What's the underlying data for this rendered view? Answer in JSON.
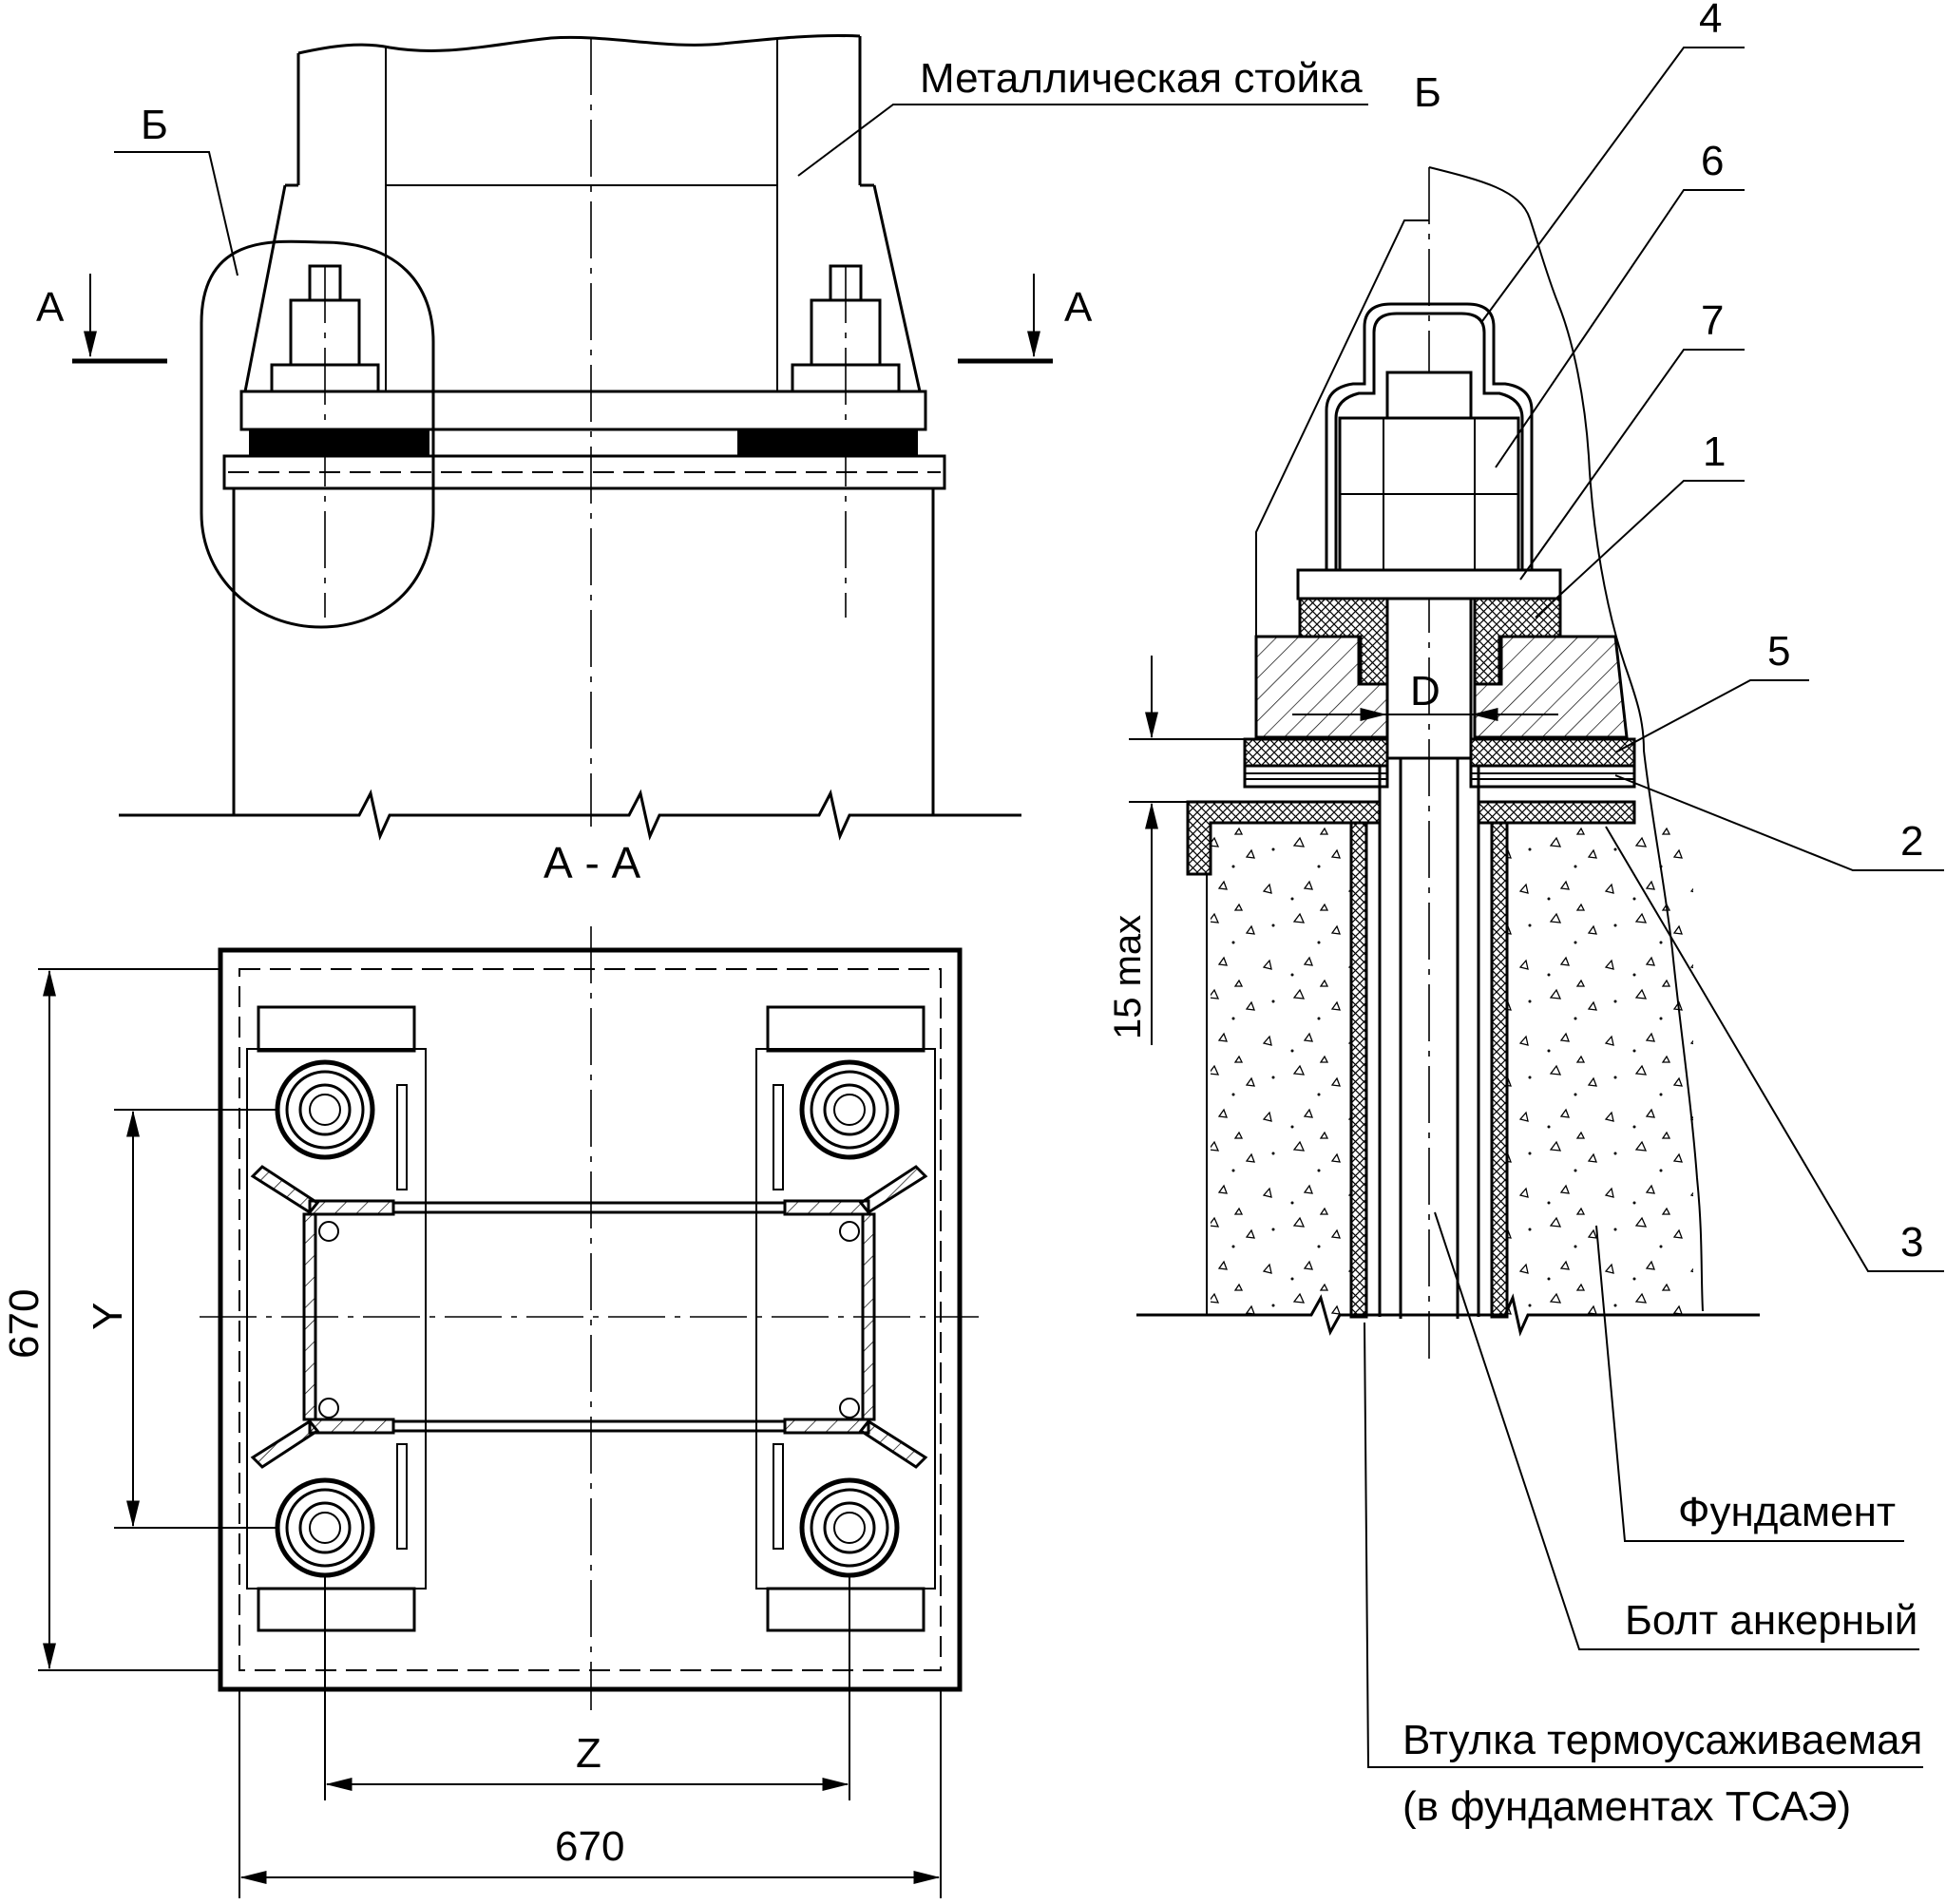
{
  "labels": {
    "metal_post": "Металлическая стойка",
    "section_b_top": "Б",
    "section_b_callout": "Б",
    "section_a_left": "А",
    "section_a_right": "А",
    "section_aa_title": "А - А",
    "dim_670_vertical": "670",
    "dim_670_horizontal": "670",
    "dim_y": "Y",
    "dim_z": "Z",
    "dim_d": "D",
    "dim_15max": "15 max",
    "foundation": "Фундамент",
    "anchor_bolt": "Болт анкерный",
    "sleeve_line1": "Втулка термоусаживаемая",
    "sleeve_line2": "(в фундаментах  ТСАЭ)"
  },
  "callouts": [
    {
      "id": "4",
      "label": "4"
    },
    {
      "id": "6",
      "label": "6"
    },
    {
      "id": "7",
      "label": "7"
    },
    {
      "id": "1",
      "label": "1"
    },
    {
      "id": "5",
      "label": "5"
    },
    {
      "id": "2",
      "label": "2"
    },
    {
      "id": "3",
      "label": "3"
    }
  ]
}
